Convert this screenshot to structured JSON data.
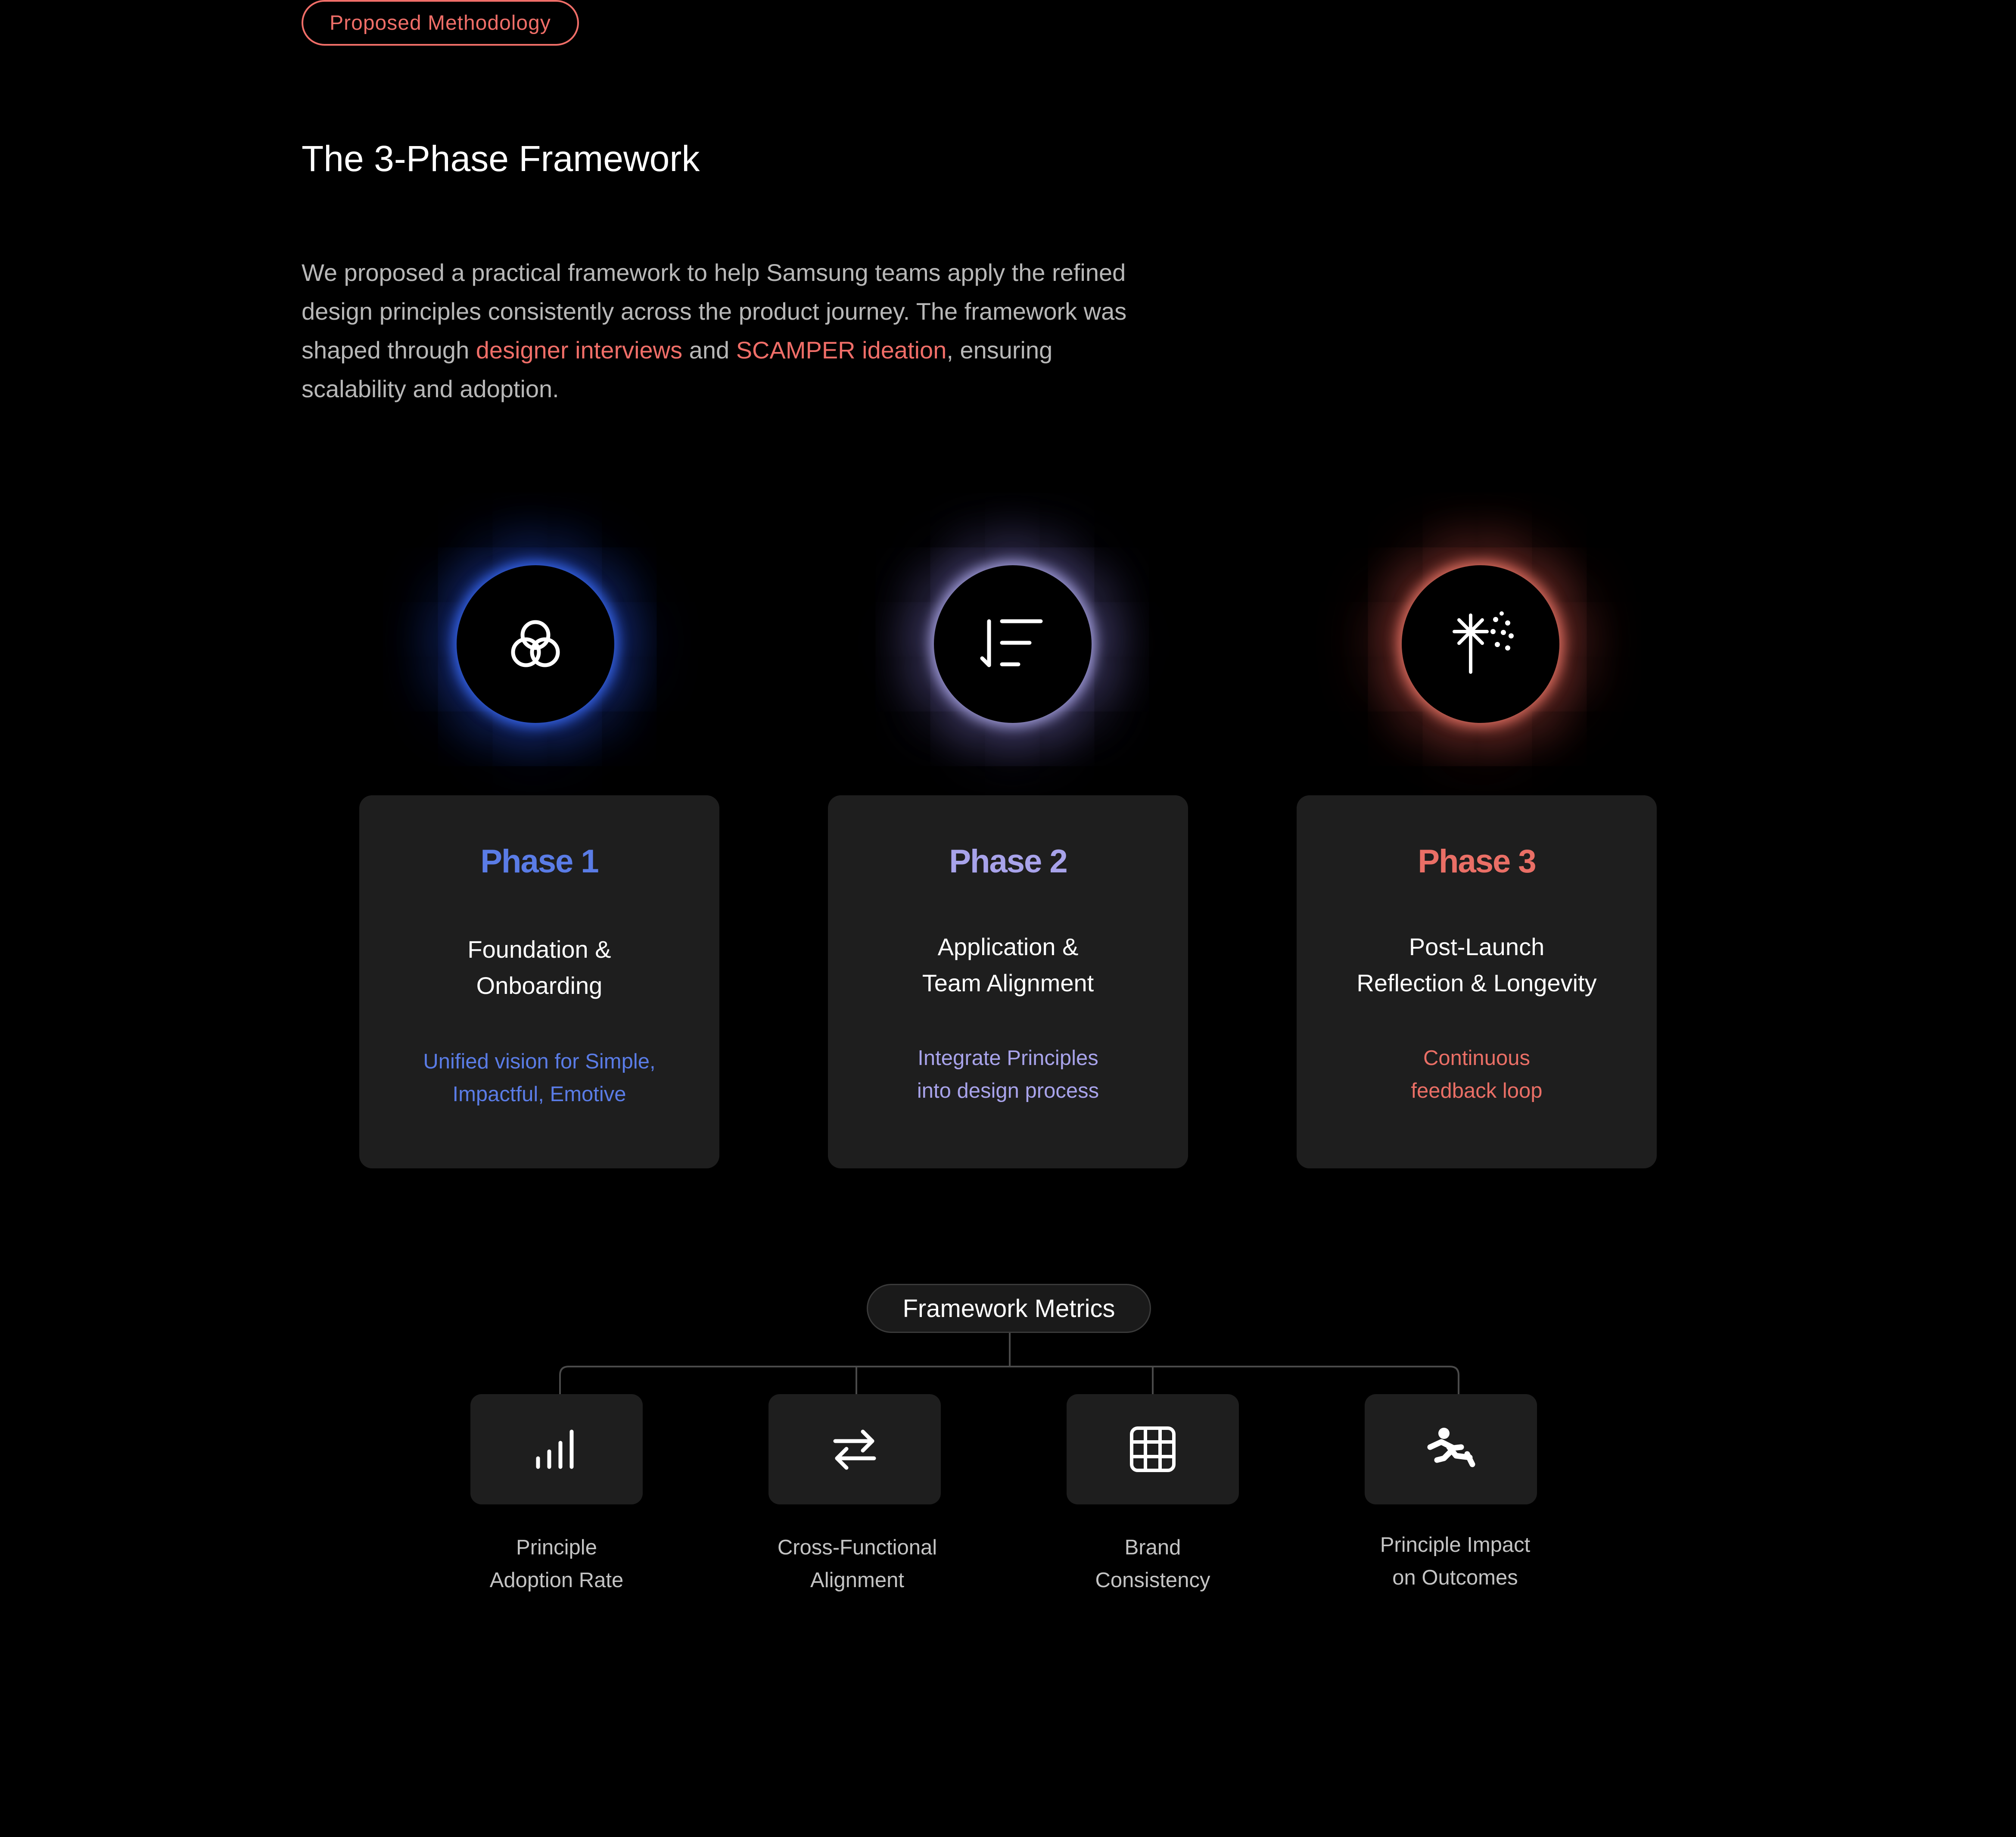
{
  "badge": {
    "label": "Proposed Methodology"
  },
  "heading": {
    "title": "The 3-Phase Framework"
  },
  "intro": {
    "part1": "We proposed a practical framework to help Samsung teams apply the refined design principles consistently across the product journey. The framework was shaped through ",
    "highlight1": "designer interviews",
    "part2": " and ",
    "highlight2": "SCAMPER ideation",
    "part3": ", ensuring scalability and adoption."
  },
  "phases": [
    {
      "label": "Phase 1",
      "title_line1": "Foundation &",
      "title_line2": "Onboarding",
      "desc_line1": "Unified vision for Simple,",
      "desc_line2": "Impactful, Emotive",
      "icon": "overlapping-circles-icon",
      "color": "#5a7ce6"
    },
    {
      "label": "Phase 2",
      "title_line1": "Application &",
      "title_line2": "Team Alignment",
      "desc_line1": "Integrate Principles",
      "desc_line2": "into design process",
      "icon": "sort-descending-icon",
      "color": "#a8a3ea"
    },
    {
      "label": "Phase 3",
      "title_line1": "Post-Launch",
      "title_line2": "Reflection & Longevity",
      "desc_line1": "Continuous",
      "desc_line2": "feedback loop",
      "icon": "sparkler-icon",
      "color": "#ea6f66"
    }
  ],
  "metrics": {
    "title": "Framework Metrics",
    "items": [
      {
        "line1": "Principle",
        "line2": "Adoption Rate",
        "icon": "bar-chart-icon"
      },
      {
        "line1": "Cross-Functional",
        "line2": "Alignment",
        "icon": "swap-arrows-icon"
      },
      {
        "line1": "Brand",
        "line2": "Consistency",
        "icon": "grid-icon"
      },
      {
        "line1": "Principle Impact",
        "line2": "on Outcomes",
        "icon": "running-person-icon"
      }
    ]
  }
}
